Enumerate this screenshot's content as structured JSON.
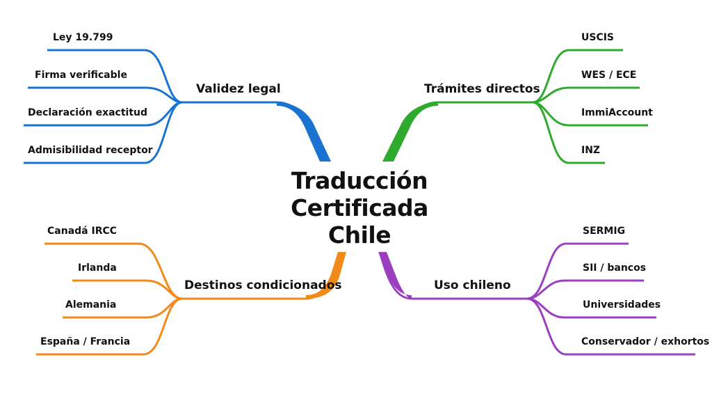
{
  "center": {
    "lines": [
      "Traducción",
      "Certificada",
      "Chile"
    ]
  },
  "branches": [
    {
      "label": "Validez legal",
      "color": "#1a73d1",
      "leaves": [
        "Ley 19.799",
        "Firma verificable",
        "Declaración exactitud",
        "Admisibilidad receptor"
      ]
    },
    {
      "label": "Trámites directos",
      "color": "#2eaa2e",
      "leaves": [
        "USCIS",
        "WES / ECE",
        "ImmiAccount",
        "INZ"
      ]
    },
    {
      "label": "Destinos condicionados",
      "color": "#f28a1b",
      "leaves": [
        "Canadá IRCC",
        "Irlanda",
        "Alemania",
        "España / Francia"
      ]
    },
    {
      "label": "Uso chileno",
      "color": "#9b3fc0",
      "leaves": [
        "SERMIG",
        "SII / bancos",
        "Universidades",
        "Conservador / exhortos"
      ]
    }
  ]
}
